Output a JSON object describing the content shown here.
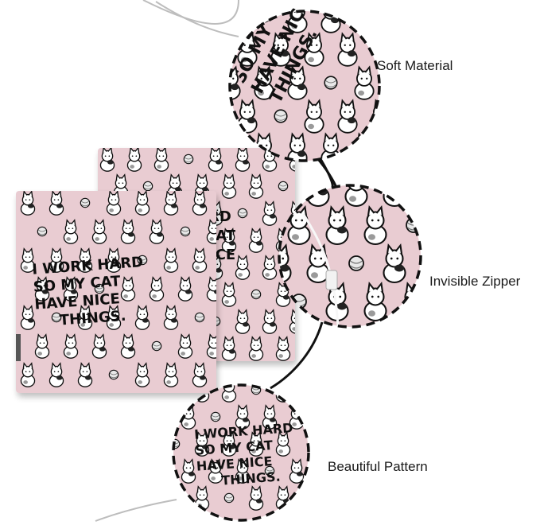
{
  "features": {
    "soft_material": "Soft Material",
    "invisible_zipper": "Invisible Zipper",
    "beautiful_pattern": "Beautiful Pattern"
  },
  "pillow_text": {
    "line1": "I WORK HARD",
    "line2": "SO MY CAT",
    "line3": "HAVE NICE",
    "line4": "THINGS."
  },
  "back_pillow_text": {
    "line1": "RD",
    "line2": "CAT",
    "line3": "ICE"
  },
  "zoom_text": {
    "line1": "SO MY",
    "line2": "HAVE NIC",
    "line3": "THINGS."
  },
  "colors": {
    "pillow_pink": "#e9ccd2",
    "pillow_pink_dark": "#dfbcc4",
    "outline": "#111111",
    "accent_gray": "#9a9a9a"
  }
}
